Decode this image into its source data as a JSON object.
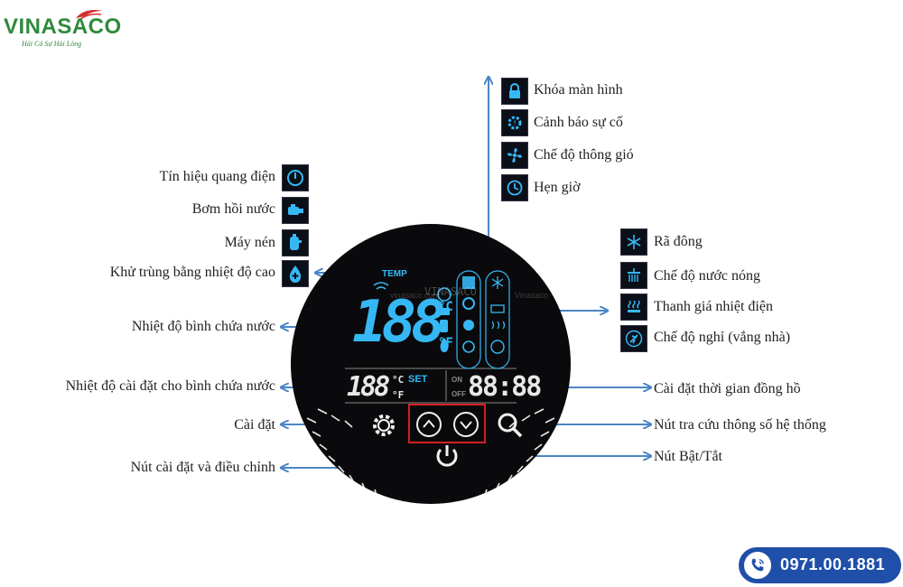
{
  "brand": {
    "name": "VINASACO",
    "tagline": "Hài Cả Sự Hài Lòng"
  },
  "labels_left": {
    "photo_signal": "Tín hiệu quang điện",
    "return_pump": "Bơm hồi nước",
    "compressor": "Máy nén",
    "sterilize": "Khử trùng bằng nhiệt độ cao",
    "tank_temp": "Nhiệt độ bình chứa nước",
    "set_temp": "Nhiệt độ cài đặt cho bình chứa nước",
    "settings": "Cài đặt",
    "adjust_buttons": "Nút cài đặt và điều chỉnh"
  },
  "labels_top": {
    "screen_lock": "Khóa màn hình",
    "fault_warning": "Cảnh báo sự cố",
    "ventilation": "Chế độ thông gió",
    "timer": "Hẹn giờ"
  },
  "labels_right": {
    "defrost": "Rã đông",
    "hot_water": "Chế độ nước nóng",
    "electric_heater": "Thanh giá nhiệt điện",
    "vacation": "Chế độ nghỉ (vắng nhà)",
    "clock_setting": "Cài đặt thời gian đồng hồ",
    "system_lookup": "Nút tra cứu thông số hệ thống",
    "power_button": "Nút Bật/Tắt"
  },
  "display": {
    "temp_label": "TEMP",
    "main_temp": "188",
    "unit_c": "°C",
    "unit_f": "°F",
    "set_temp": "188",
    "set_label": "SET",
    "small_c": "°C",
    "small_f": "°F",
    "on_label": "ON",
    "off_label": "OFF",
    "clock": "88:88",
    "watermark_center": "VINASACO",
    "watermark_left": "vinasaco.com",
    "watermark_right": "Vinasaco"
  },
  "contact": {
    "phone": "0971.00.1881"
  },
  "colors": {
    "lcd": "#36b8f5",
    "arrow": "#4a86c5",
    "highlight": "#d42020",
    "phone_bg": "#1f4fa8"
  }
}
